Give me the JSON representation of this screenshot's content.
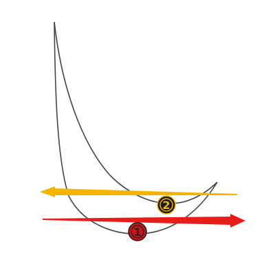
{
  "colors": {
    "background": "#ffffff",
    "outline": "#444444",
    "arrow_1": "#e81d17",
    "arrow_2": "#f4b400",
    "marker_1_fill": "#c8161b",
    "marker_1_text": "#222222",
    "marker_2_fill": "#1a1a1a",
    "marker_2_text": "#f4b400"
  },
  "markers": [
    {
      "label": "1",
      "arrow_direction": "right"
    },
    {
      "label": "2",
      "arrow_direction": "left"
    }
  ]
}
